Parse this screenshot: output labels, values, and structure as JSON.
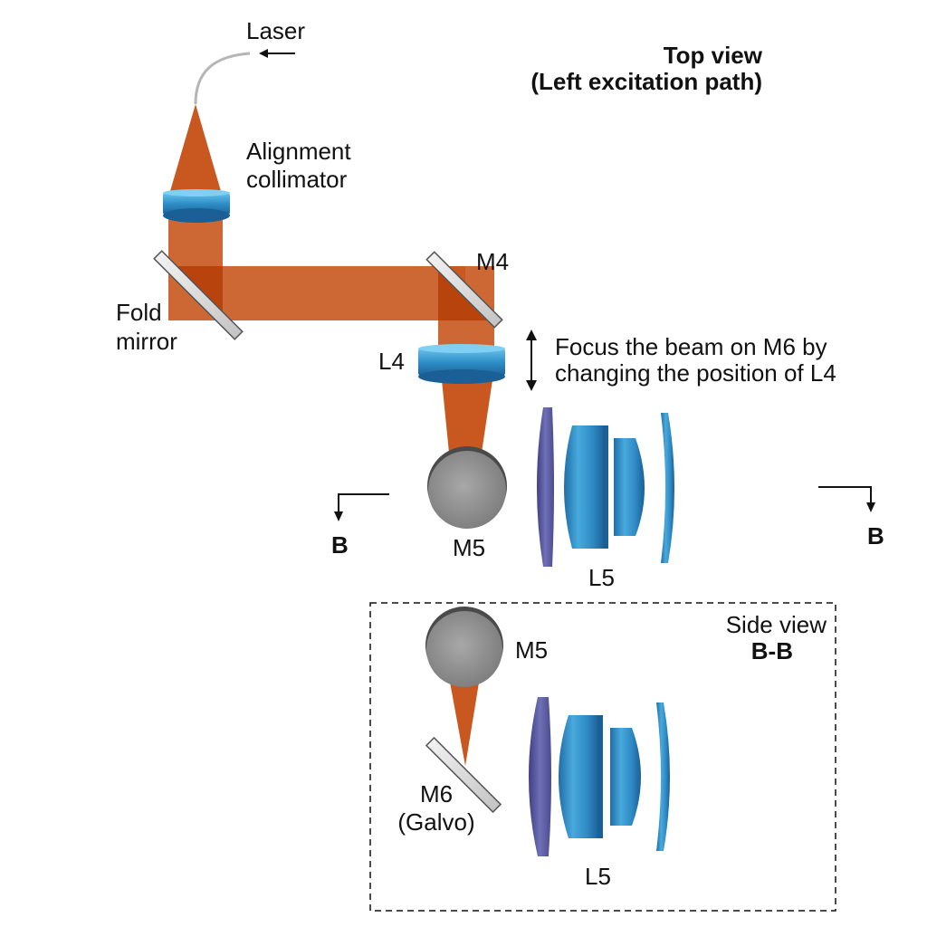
{
  "title": {
    "line1": "Top view",
    "line2": "(Left excitation path)"
  },
  "labels": {
    "laser": "Laser",
    "alignment_collimator_1": "Alignment",
    "alignment_collimator_2": "collimator",
    "fold_mirror_1": "Fold",
    "fold_mirror_2": "mirror",
    "m4": "M4",
    "l4": "L4",
    "focus_note_1": "Focus the beam on M6 by",
    "focus_note_2": "changing the position of L4",
    "m5_top": "M5",
    "l5_top": "L5",
    "section_left": "B",
    "section_right": "B",
    "side_view_1": "Side view",
    "side_view_2": "B-B",
    "m5_side": "M5",
    "m6_1": "M6",
    "m6_2": "(Galvo)",
    "l5_side": "L5"
  },
  "colors": {
    "beam": "#c8581f",
    "beam_overlap": "#b8430d",
    "lens_light": "#4fb0df",
    "lens_dark": "#1a5f95",
    "lens_purple": "#5b5b9e",
    "mirror_fill": "#dcdcdc",
    "mirror_stroke": "#555555",
    "sphere": "#8c8c8c"
  }
}
